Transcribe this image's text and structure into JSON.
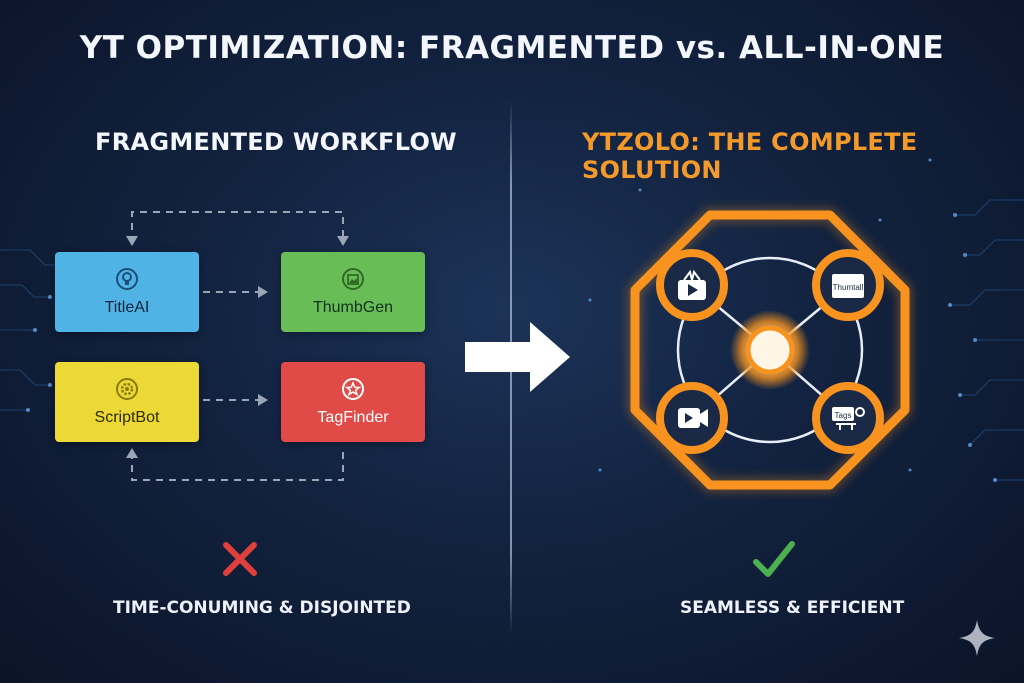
{
  "title": "YT OPTIMIZATION: FRAGMENTED vs. ALL-IN-ONE",
  "left": {
    "heading": "FRAGMENTED WORKFLOW",
    "tools": [
      {
        "label": "TitleAI",
        "icon": "bulb-icon",
        "color": "#4fb3e6"
      },
      {
        "label": "ThumbGen",
        "icon": "image-icon",
        "color": "#69bd57"
      },
      {
        "label": "ScriptBot",
        "icon": "gear-icon",
        "color": "#ecd935"
      },
      {
        "label": "TagFinder",
        "icon": "star-icon",
        "color": "#e04b47"
      }
    ],
    "verdict": "TIME-CONUMING & DISJOINTED",
    "verdict_icon": "cross-icon",
    "verdict_color": "#e0403c"
  },
  "right": {
    "heading": "YTZOLO: THE COMPLETE SOLUTION",
    "heading_color": "#f39a2a",
    "nodes": [
      {
        "icon": "video-gift-icon",
        "label": ""
      },
      {
        "icon": "thumbnail-icon",
        "label": "Thumtall"
      },
      {
        "icon": "video-camera-icon",
        "label": ""
      },
      {
        "icon": "tags-icon",
        "label": "Tags"
      }
    ],
    "verdict": "SEAMLESS & EFFICIENT",
    "verdict_icon": "check-icon",
    "verdict_color": "#4caf50"
  },
  "accent": "#f7931e"
}
